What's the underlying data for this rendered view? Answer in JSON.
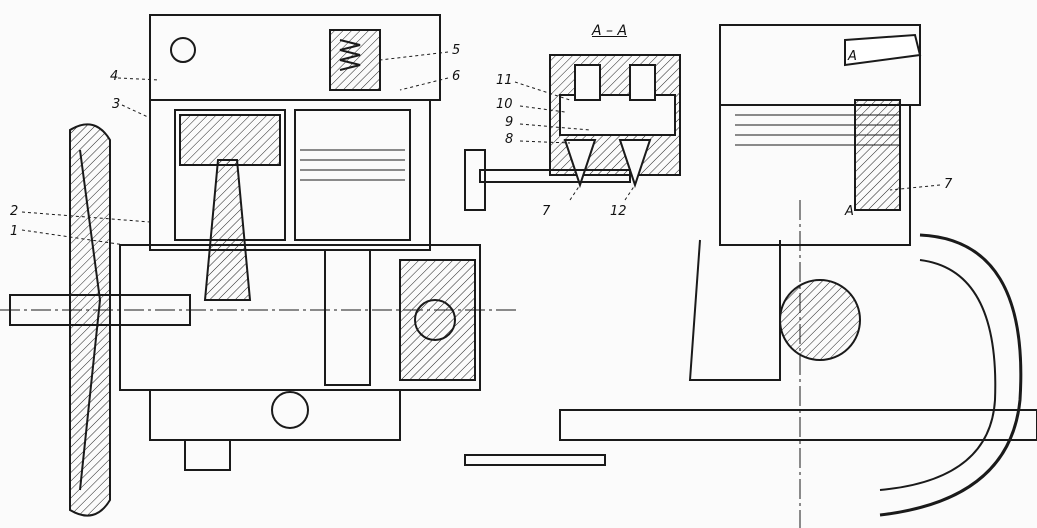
{
  "figure": {
    "section_title": "A – A",
    "left_view_labels": [
      "1",
      "2",
      "3",
      "4",
      "5",
      "6"
    ],
    "section_labels": [
      "11",
      "10",
      "9",
      "8",
      "7",
      "12"
    ],
    "right_view_labels": {
      "section_mark_top": "A",
      "section_mark_bottom": "A",
      "part": "7"
    }
  },
  "colors": {
    "ink": "#1a1a1a",
    "paper": "#fbfbfb"
  }
}
